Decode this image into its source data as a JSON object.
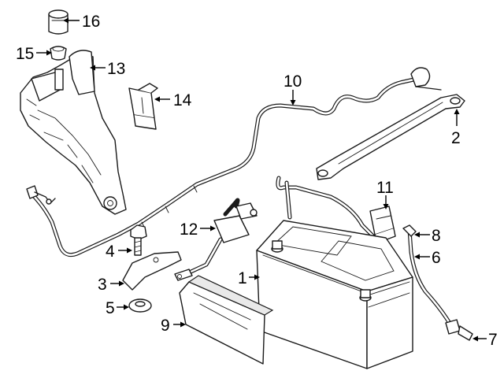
{
  "callouts": {
    "c1": "1",
    "c2": "2",
    "c3": "3",
    "c4": "4",
    "c5": "5",
    "c6": "6",
    "c7": "7",
    "c8": "8",
    "c9": "9",
    "c10": "10",
    "c12": "12",
    "c11": "11",
    "c13": "13",
    "c14": "14",
    "c15": "15",
    "c16": "16"
  }
}
